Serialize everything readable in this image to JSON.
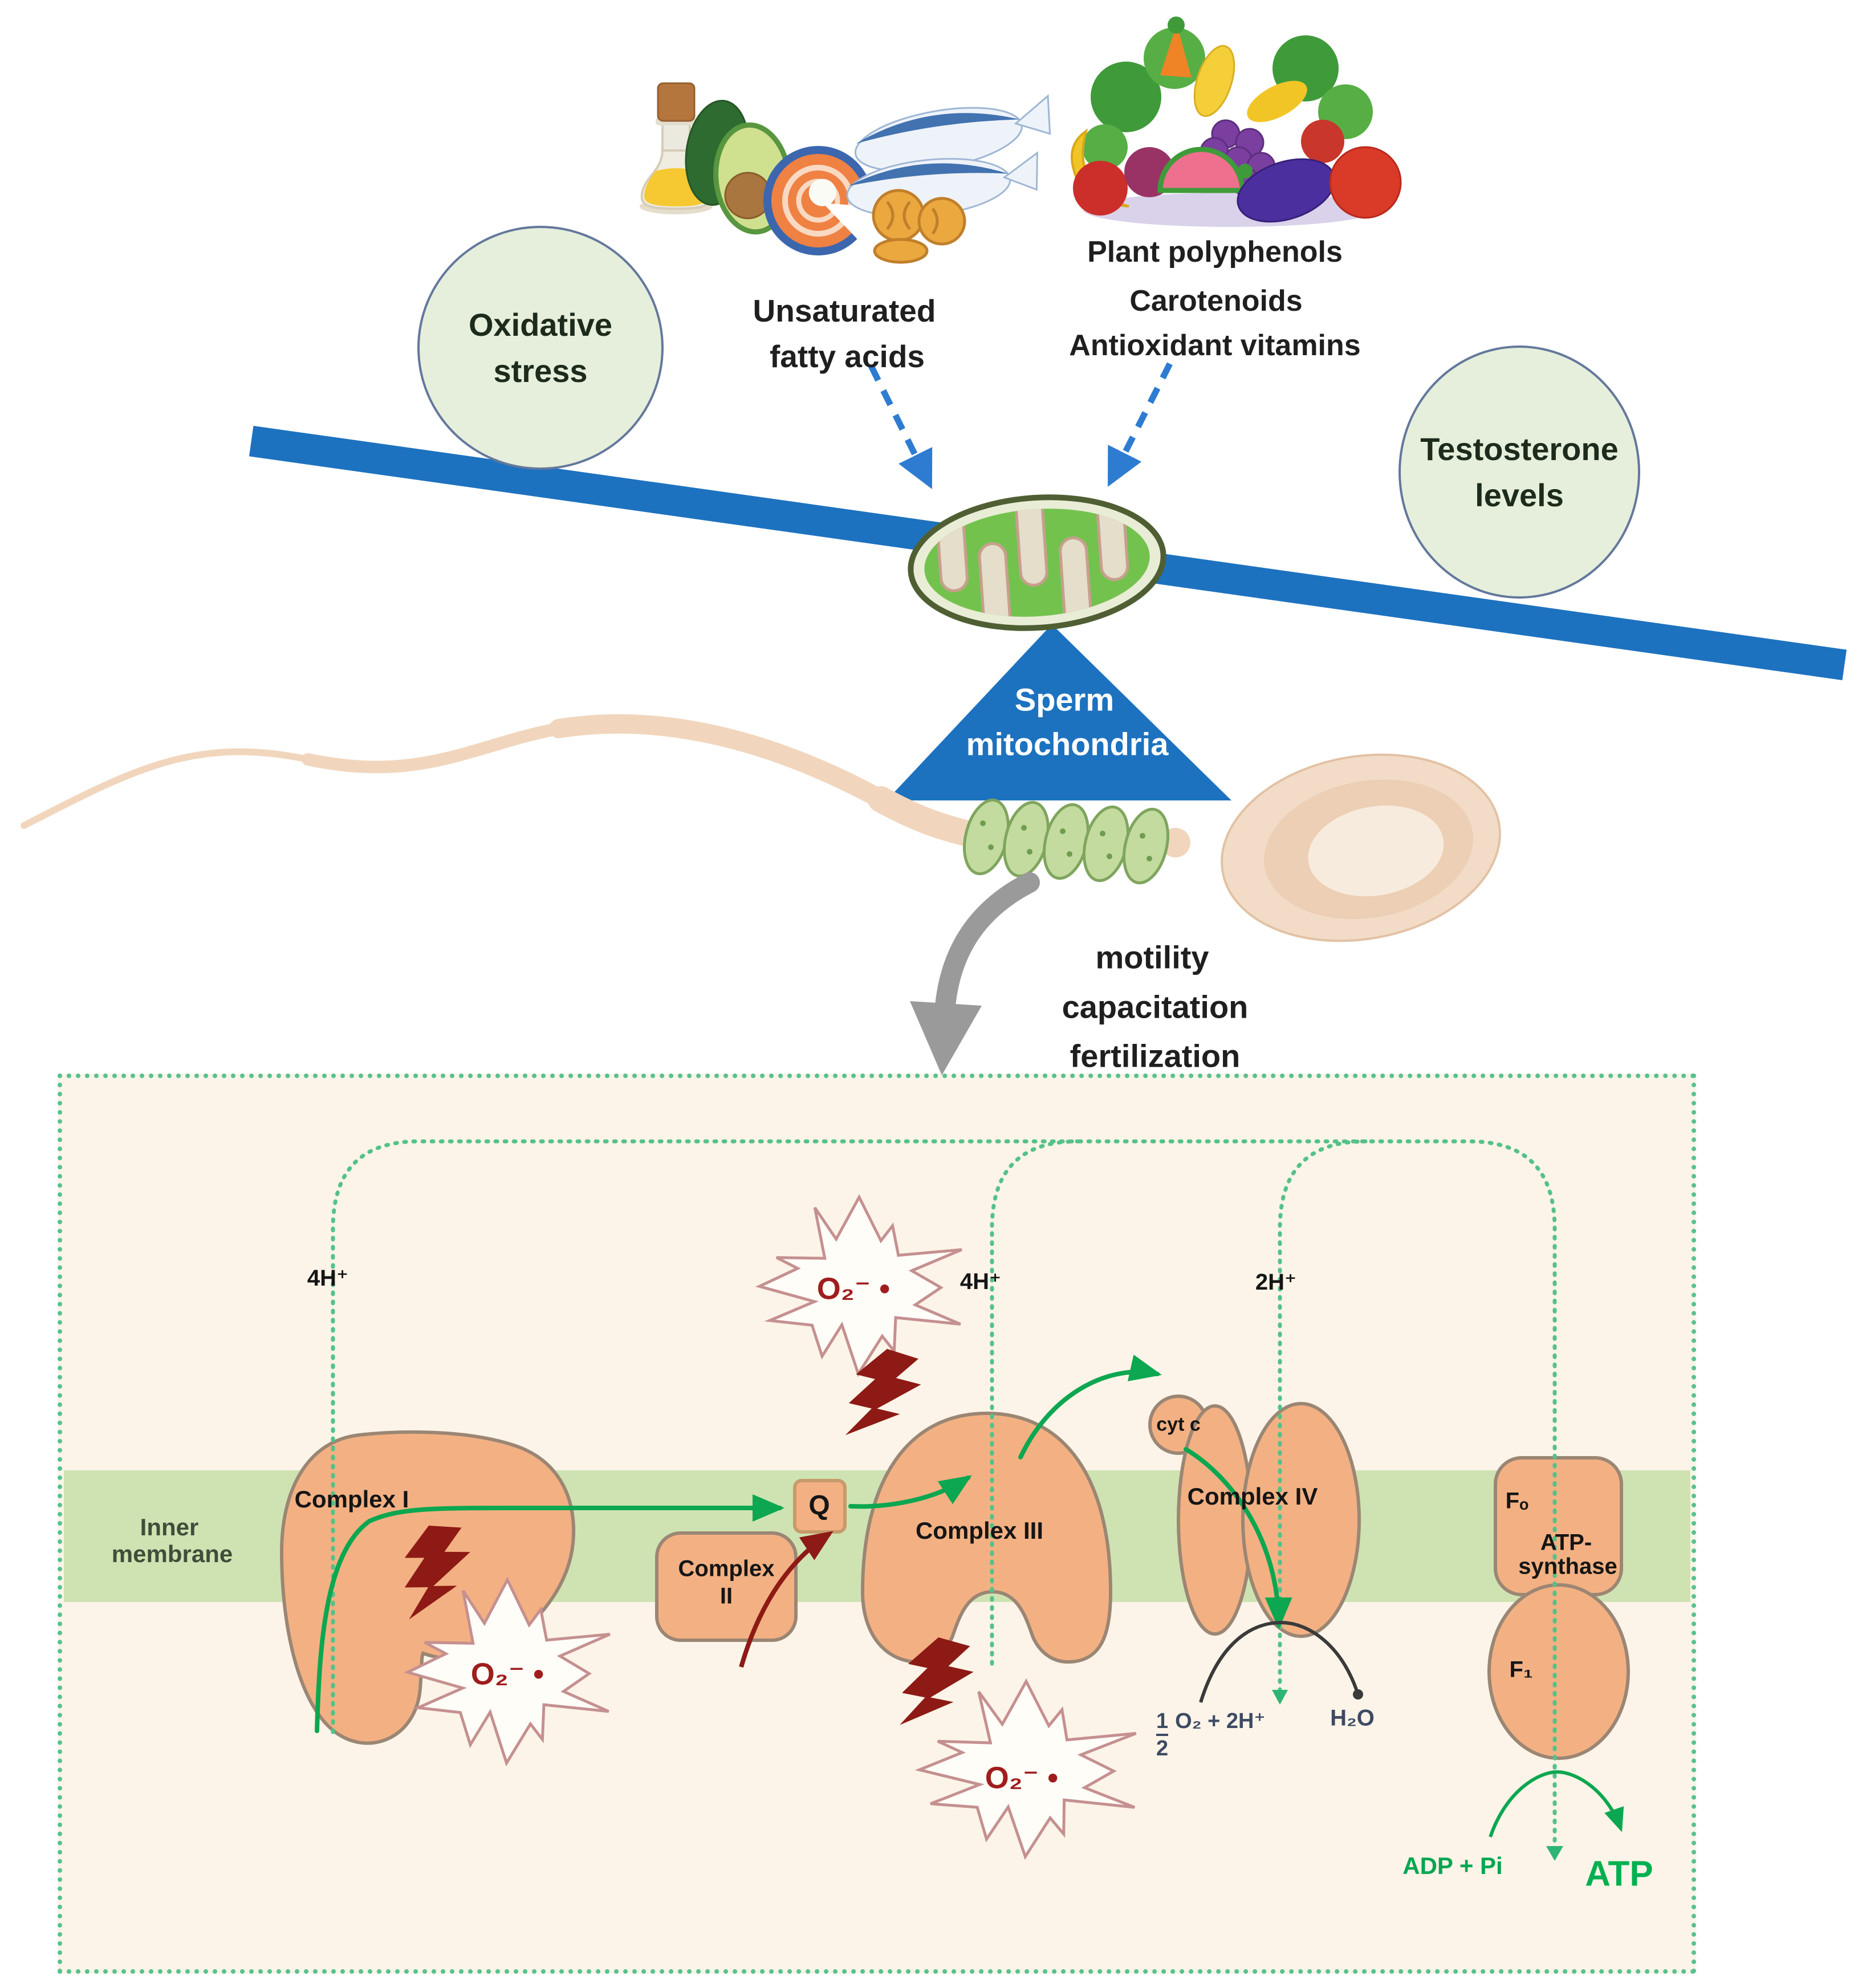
{
  "colors": {
    "beam_blue": "#1d72bf",
    "dashed_arrow_blue": "#2e7cd1",
    "bubble_fill": "#e6efdb",
    "bubble_border": "#64789c",
    "panel_background": "#fcf4e8",
    "panel_border_green": "#57c28f",
    "membrane_green": "#cfe3b2",
    "complex_fill": "#f3b183",
    "complex_border": "#9b8674",
    "electron_green": "#0ca750",
    "proton_dash_green": "#55c189",
    "atp_green": "#00b050",
    "ros_dark_red": "#8d1a15",
    "gray_arrow": "#9a9a9a"
  },
  "top": {
    "oxidative_stress": {
      "line1": "Oxidative",
      "line2": "stress"
    },
    "unsaturated": {
      "line1": "Unsaturated",
      "line2": "fatty acids"
    },
    "plant": {
      "line1": "Plant polyphenols",
      "line2": "Carotenoids",
      "line3": "Antioxidant vitamins"
    },
    "testosterone": {
      "line1": "Testosterone",
      "line2": "levels"
    },
    "fulcrum": {
      "line1": "Sperm",
      "line2": "mitochondria"
    },
    "outcomes": {
      "line1": "motility",
      "line2": "capacitation",
      "line3": "fertilization"
    }
  },
  "panel": {
    "inner_membrane": {
      "line1": "Inner",
      "line2": "membrane"
    },
    "protons": {
      "complex1": "4H⁺",
      "complex3": "4H⁺",
      "complex4": "2H⁺"
    },
    "complex1": "Complex I",
    "complex2": {
      "line1": "Complex",
      "line2": "II"
    },
    "complex3": "Complex III",
    "complex4": "Complex IV",
    "q": "Q",
    "cyt_c": "cyt c",
    "atp_synthase": {
      "fo": "Fₒ",
      "f1": "F₁",
      "line1": "ATP-",
      "line2": "synthase"
    },
    "ros": {
      "label": "O₂⁻ •"
    },
    "reaction": {
      "numerator": "1",
      "denominator": "2",
      "terms": "O₂ + 2H⁺",
      "product": "H₂O"
    },
    "energy": {
      "substrate": "ADP + Pi",
      "product": "ATP"
    }
  }
}
